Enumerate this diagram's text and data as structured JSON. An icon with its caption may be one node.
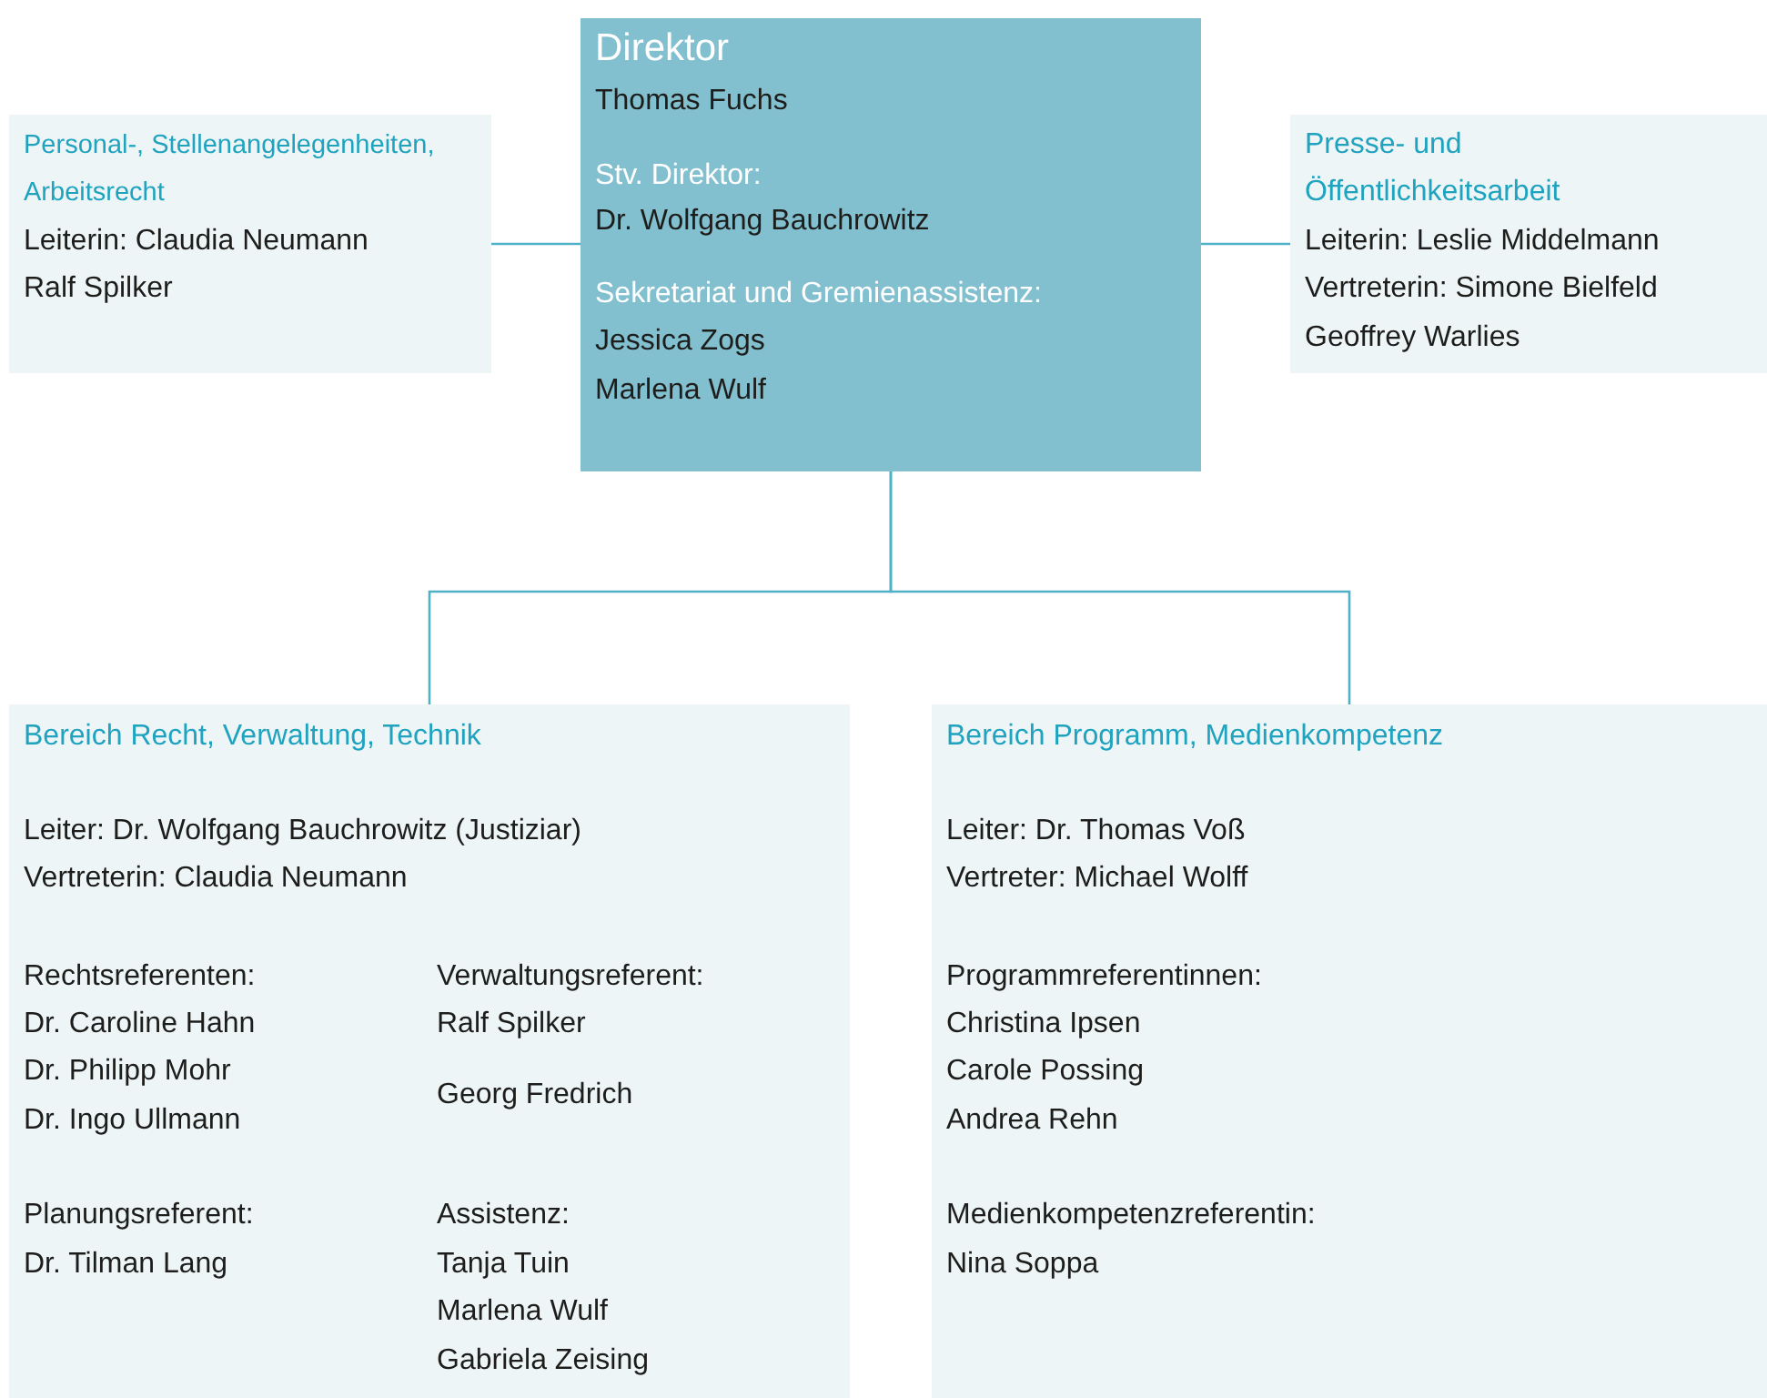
{
  "diagram": {
    "nodes": [
      {
        "text": [
          "Direktor",
          "Thomas Fuchs",
          "Stv. Direktor:",
          "Dr. Wolfgang Bauchrowitz",
          "Sekretariat und Gremienassistenz:",
          "Jessica Zogs",
          "Marlena Wulf"
        ]
      },
      {
        "text": [
          "Personal-, Stellenangelegenheiten, Arbeitsrecht",
          "Leiterin: Claudia Neumann",
          "Ralf Spilker"
        ]
      },
      {
        "text": [
          "Presse- und Öffentlichkeitsarbeit",
          "Leiterin: Leslie Middelmann",
          "Vertreterin: Simone Bielfeld",
          "Geoffrey Warlies"
        ]
      },
      {
        "text": [
          "Bereich Recht, Verwaltung, Technik",
          "Leiter: Dr. Wolfgang Bauchrowitz (Justiziar)",
          "Vertreterin: Claudia Neumann",
          "Rechtsreferenten:",
          "Dr. Caroline Hahn",
          "Dr. Philipp Mohr",
          "Dr. Ingo Ullmann",
          "Verwaltungsreferent:",
          "Ralf Spilker",
          "Georg Fredrich",
          "Planungsreferent:",
          "Dr. Tilman Lang",
          "Assistenz:",
          "Tanja Tuin",
          "Marlena Wulf",
          "Gabriela Zeising"
        ]
      },
      {
        "text": [
          "Bereich Programm, Medienkompetenz",
          "Leiter: Dr. Thomas Voß",
          "Vertreter: Michael Wolff",
          "Programmreferentinnen:",
          "Christina Ipsen",
          "Carole Possing",
          "Andrea Rehn",
          "Medienkompetenzreferentin:",
          "Nina Soppa"
        ]
      }
    ],
    "edges": [
      {
        "from": 0,
        "to": 1,
        "arrow": "none"
      },
      {
        "from": 0,
        "to": 2,
        "arrow": "none"
      },
      {
        "from": 0,
        "to": 3,
        "arrow": "none"
      },
      {
        "from": 0,
        "to": 4,
        "arrow": "none"
      }
    ]
  }
}
